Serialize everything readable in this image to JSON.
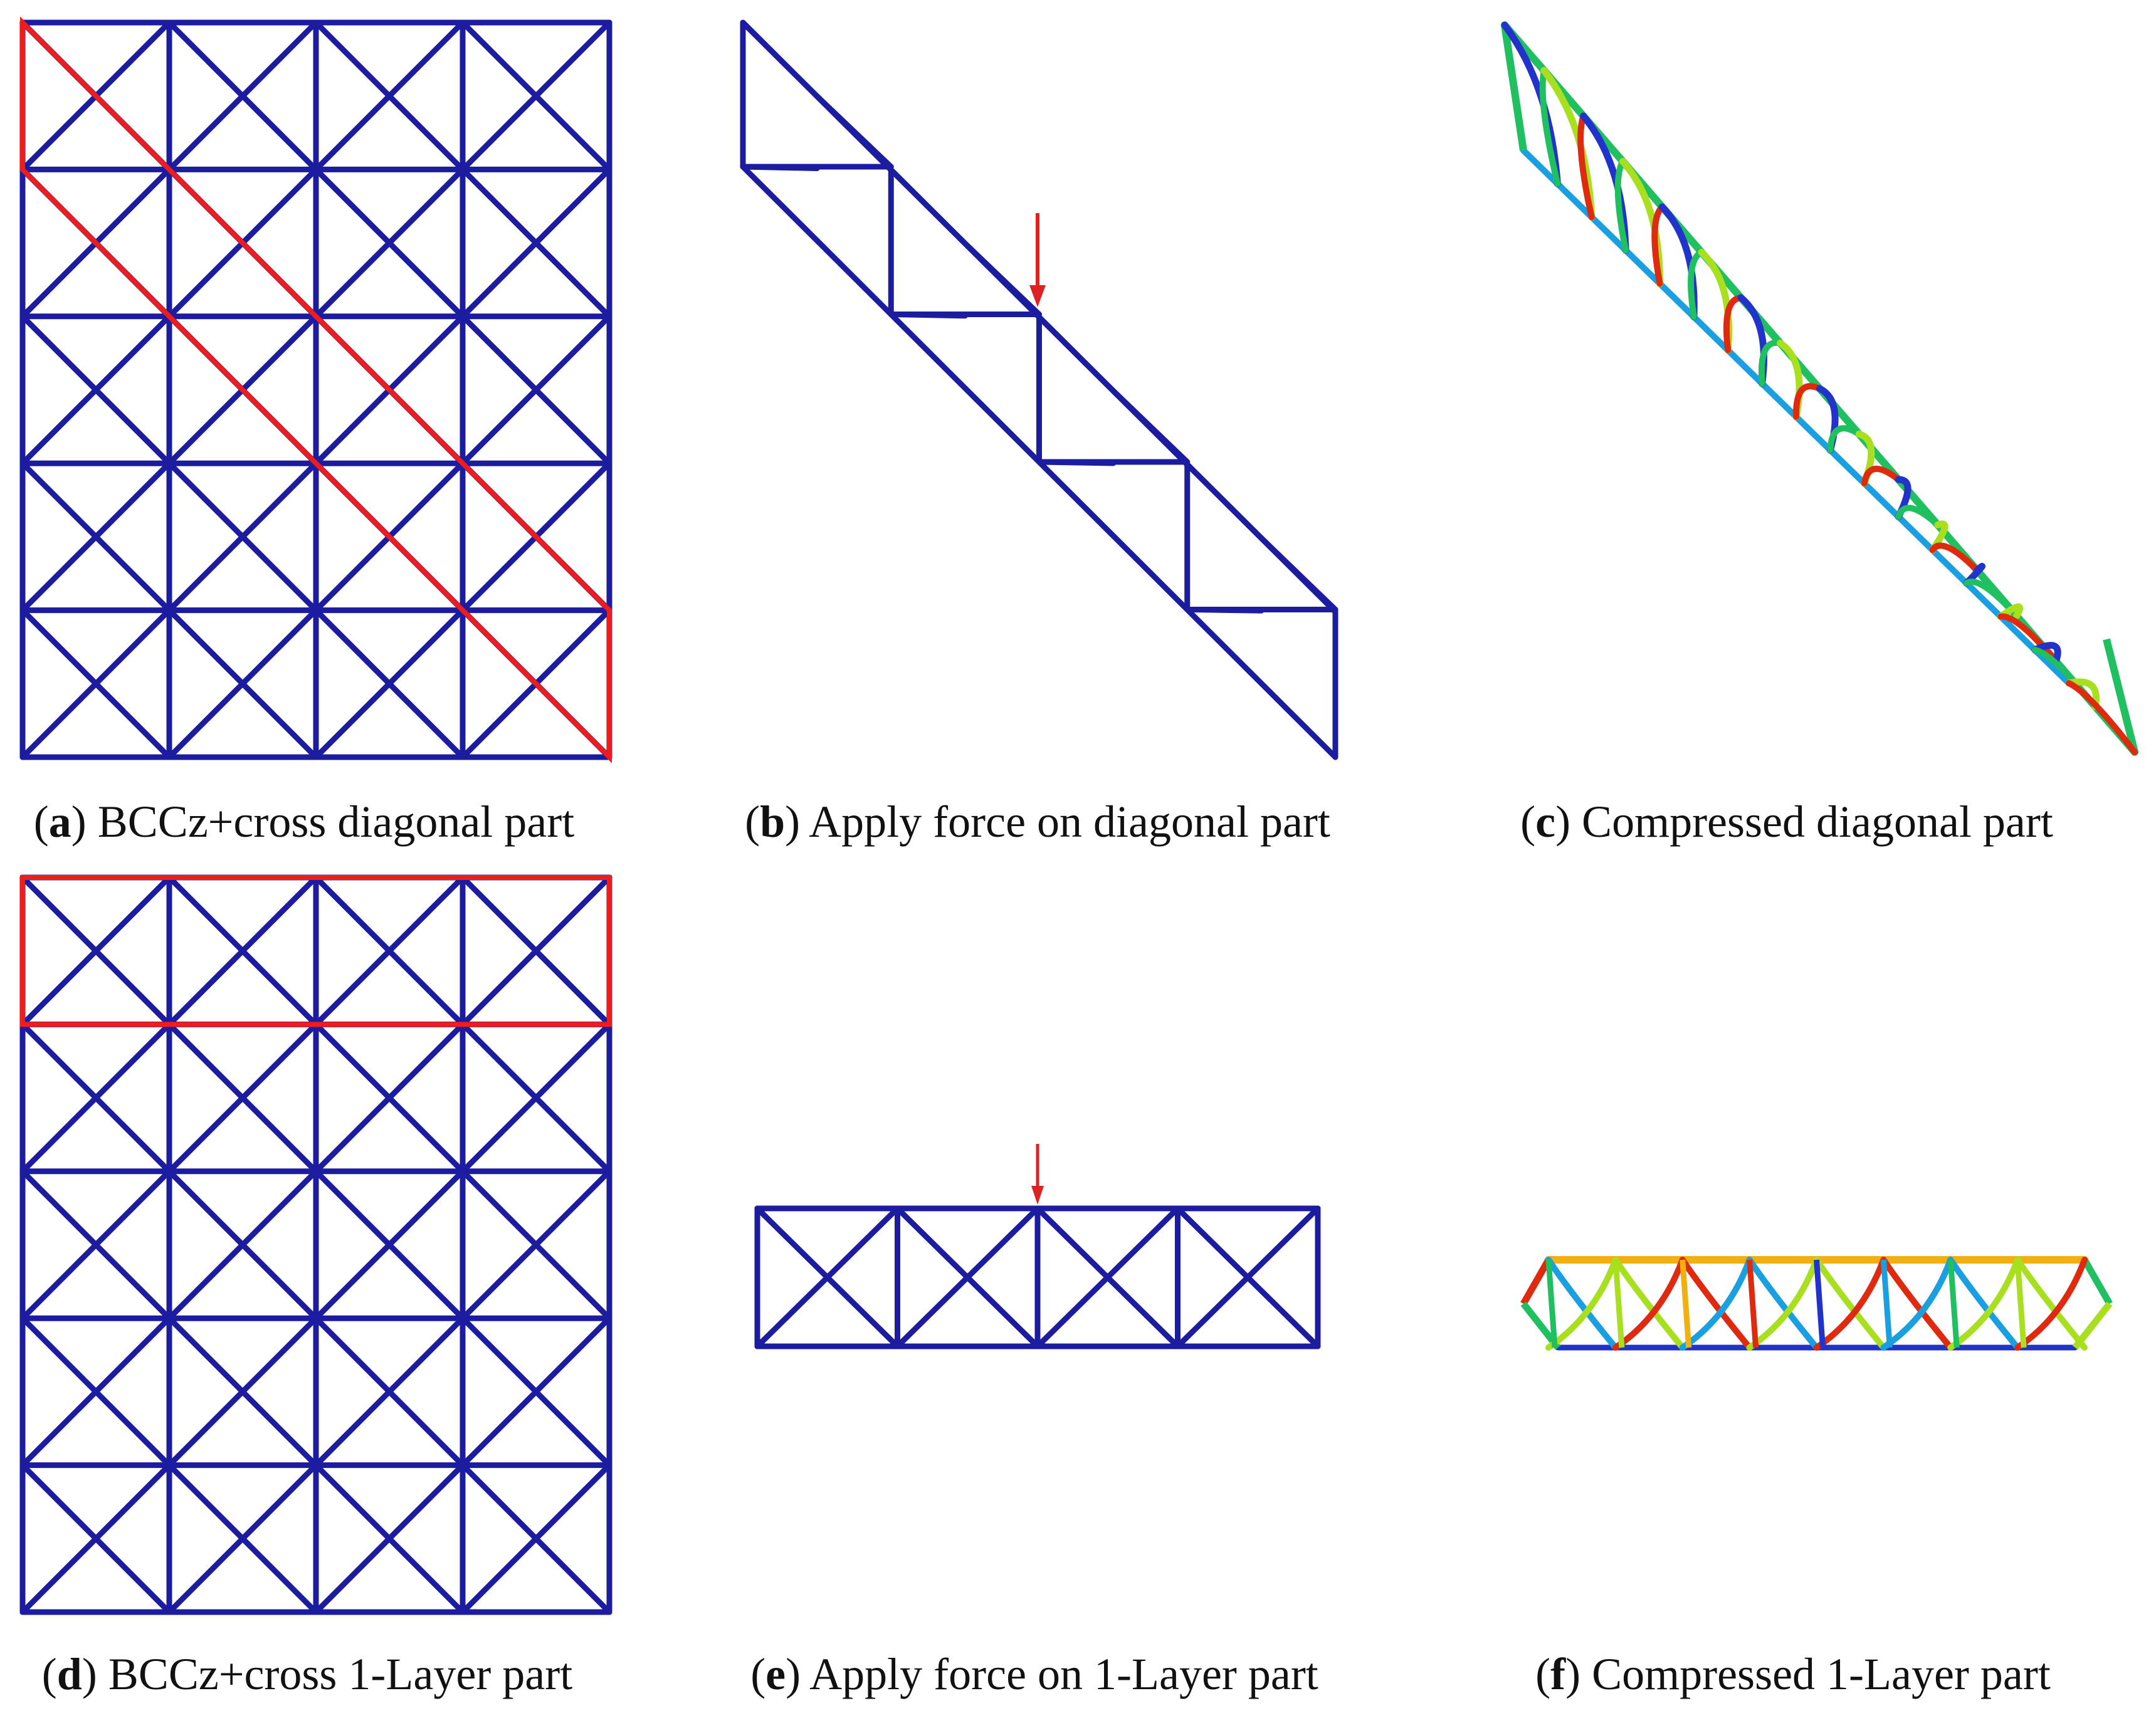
{
  "colors": {
    "lattice": "#1c1ca0",
    "highlight": "#ee1c1c",
    "force_arrow": "#dd2222",
    "stress_gradient": [
      "#2233cc",
      "#1aa0e0",
      "#20c060",
      "#a8e020",
      "#f0b010",
      "#e02a10"
    ]
  },
  "panels": [
    {
      "id": "a",
      "letter": "a",
      "caption": "BCCz+cross diagonal part",
      "kind": "full-lattice-diagonal-highlight"
    },
    {
      "id": "b",
      "letter": "b",
      "caption": "Apply force on diagonal part",
      "kind": "diagonal-strip-with-force"
    },
    {
      "id": "c",
      "letter": "c",
      "caption": "Compressed diagonal part",
      "kind": "compressed-diagonal-strip"
    },
    {
      "id": "d",
      "letter": "d",
      "caption": "BCCz+cross 1-Layer part",
      "kind": "full-lattice-layer-highlight"
    },
    {
      "id": "e",
      "letter": "e",
      "caption": "Apply force on 1-Layer part",
      "kind": "layer-strip-with-force"
    },
    {
      "id": "f",
      "letter": "f",
      "caption": "Compressed 1-Layer part",
      "kind": "compressed-layer-strip"
    }
  ],
  "lattice": {
    "columns": 4,
    "rows": 5
  },
  "strip": {
    "cells": 4
  }
}
